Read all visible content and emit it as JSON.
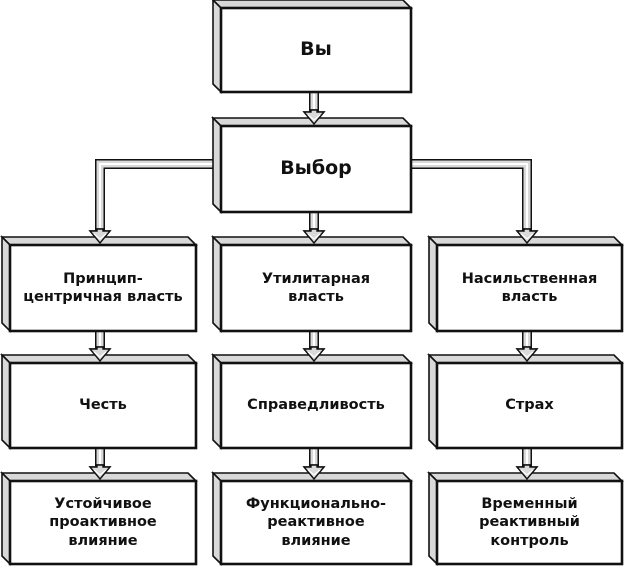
{
  "colors": {
    "front": "#ffffff",
    "side": "#d9d9d9",
    "stroke": "#111111",
    "text": "#111111"
  },
  "nodes": {
    "you": {
      "lines": [
        "Вы"
      ]
    },
    "choice": {
      "lines": [
        "Выбор"
      ]
    },
    "principle_power": {
      "lines": [
        "Принцип-",
        "центричная власть"
      ]
    },
    "utilitarian_power": {
      "lines": [
        "Утилитарная",
        "власть"
      ]
    },
    "coercive_power": {
      "lines": [
        "Насильственная",
        "власть"
      ]
    },
    "honor": {
      "lines": [
        "Честь"
      ]
    },
    "equity": {
      "lines": [
        "Справедливость"
      ]
    },
    "fear": {
      "lines": [
        "Страх"
      ]
    },
    "lasting_proactive": {
      "lines": [
        "Устойчивое",
        "проактивное",
        "влияние"
      ]
    },
    "functional_reactive": {
      "lines": [
        "Функционально-",
        "реактивное",
        "влияние"
      ]
    },
    "temporary_reactive": {
      "lines": [
        "Временный",
        "реактивный",
        "контроль"
      ]
    }
  },
  "edges": [
    [
      "you",
      "choice"
    ],
    [
      "choice",
      "principle_power"
    ],
    [
      "choice",
      "utilitarian_power"
    ],
    [
      "choice",
      "coercive_power"
    ],
    [
      "principle_power",
      "honor"
    ],
    [
      "utilitarian_power",
      "equity"
    ],
    [
      "coercive_power",
      "fear"
    ],
    [
      "honor",
      "lasting_proactive"
    ],
    [
      "equity",
      "functional_reactive"
    ],
    [
      "fear",
      "temporary_reactive"
    ]
  ]
}
